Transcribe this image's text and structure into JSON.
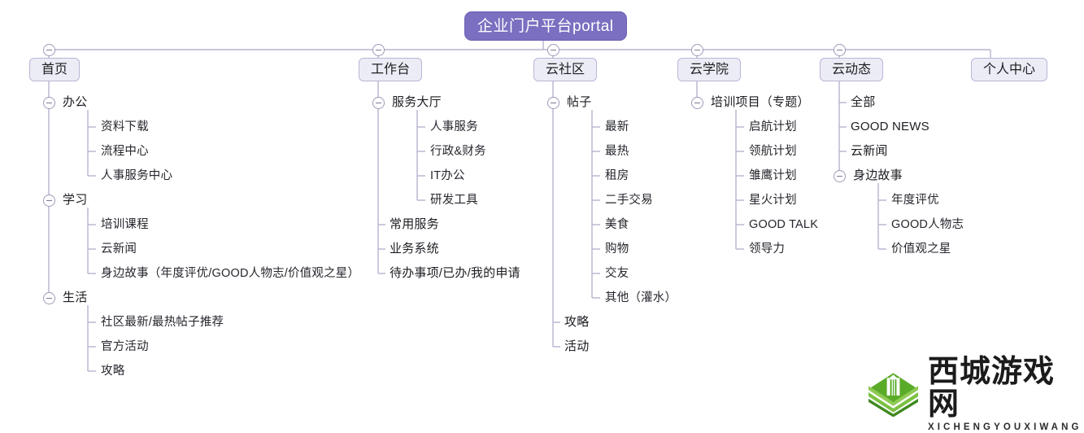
{
  "mindmap": {
    "root": {
      "label": "企业门户平台portal",
      "color": "#7a6fc0"
    },
    "branches": [
      {
        "label": "首页",
        "children": [
          {
            "label": "办公",
            "collapsible": true,
            "children": [
              {
                "label": "资料下载"
              },
              {
                "label": "流程中心"
              },
              {
                "label": "人事服务中心"
              }
            ]
          },
          {
            "label": "学习",
            "collapsible": true,
            "children": [
              {
                "label": "培训课程"
              },
              {
                "label": "云新闻"
              },
              {
                "label": "身边故事（年度评优/GOOD人物志/价值观之星）"
              }
            ]
          },
          {
            "label": "生活",
            "collapsible": true,
            "children": [
              {
                "label": "社区最新/最热帖子推荐"
              },
              {
                "label": "官方活动"
              },
              {
                "label": "攻略"
              }
            ]
          }
        ]
      },
      {
        "label": "工作台",
        "children": [
          {
            "label": "服务大厅",
            "collapsible": true,
            "children": [
              {
                "label": "人事服务"
              },
              {
                "label": "行政&财务"
              },
              {
                "label": "IT办公"
              },
              {
                "label": "研发工具"
              }
            ]
          },
          {
            "label": "常用服务"
          },
          {
            "label": "业务系统"
          },
          {
            "label": "待办事项/已办/我的申请"
          }
        ]
      },
      {
        "label": "云社区",
        "children": [
          {
            "label": "帖子",
            "collapsible": true,
            "children": [
              {
                "label": "最新"
              },
              {
                "label": "最热"
              },
              {
                "label": "租房"
              },
              {
                "label": "二手交易"
              },
              {
                "label": "美食"
              },
              {
                "label": "购物"
              },
              {
                "label": "交友"
              },
              {
                "label": "其他（灌水）"
              }
            ]
          },
          {
            "label": "攻略"
          },
          {
            "label": "活动"
          }
        ]
      },
      {
        "label": "云学院",
        "children": [
          {
            "label": "培训项目（专题）",
            "collapsible": true,
            "children": [
              {
                "label": "启航计划"
              },
              {
                "label": "领航计划"
              },
              {
                "label": "雏鹰计划"
              },
              {
                "label": "星火计划"
              },
              {
                "label": "GOOD TALK"
              },
              {
                "label": "领导力"
              }
            ]
          }
        ]
      },
      {
        "label": "云动态",
        "children": [
          {
            "label": "全部"
          },
          {
            "label": "GOOD NEWS"
          },
          {
            "label": "云新闻"
          },
          {
            "label": "身边故事",
            "collapsible": true,
            "children": [
              {
                "label": "年度评优"
              },
              {
                "label": "GOOD人物志"
              },
              {
                "label": "价值观之星"
              }
            ]
          }
        ]
      },
      {
        "label": "个人中心",
        "children": []
      }
    ]
  },
  "watermark": {
    "cn": "西城游戏网",
    "en": "XICHENGYOUXIWANG",
    "color": "#4ea72e"
  }
}
